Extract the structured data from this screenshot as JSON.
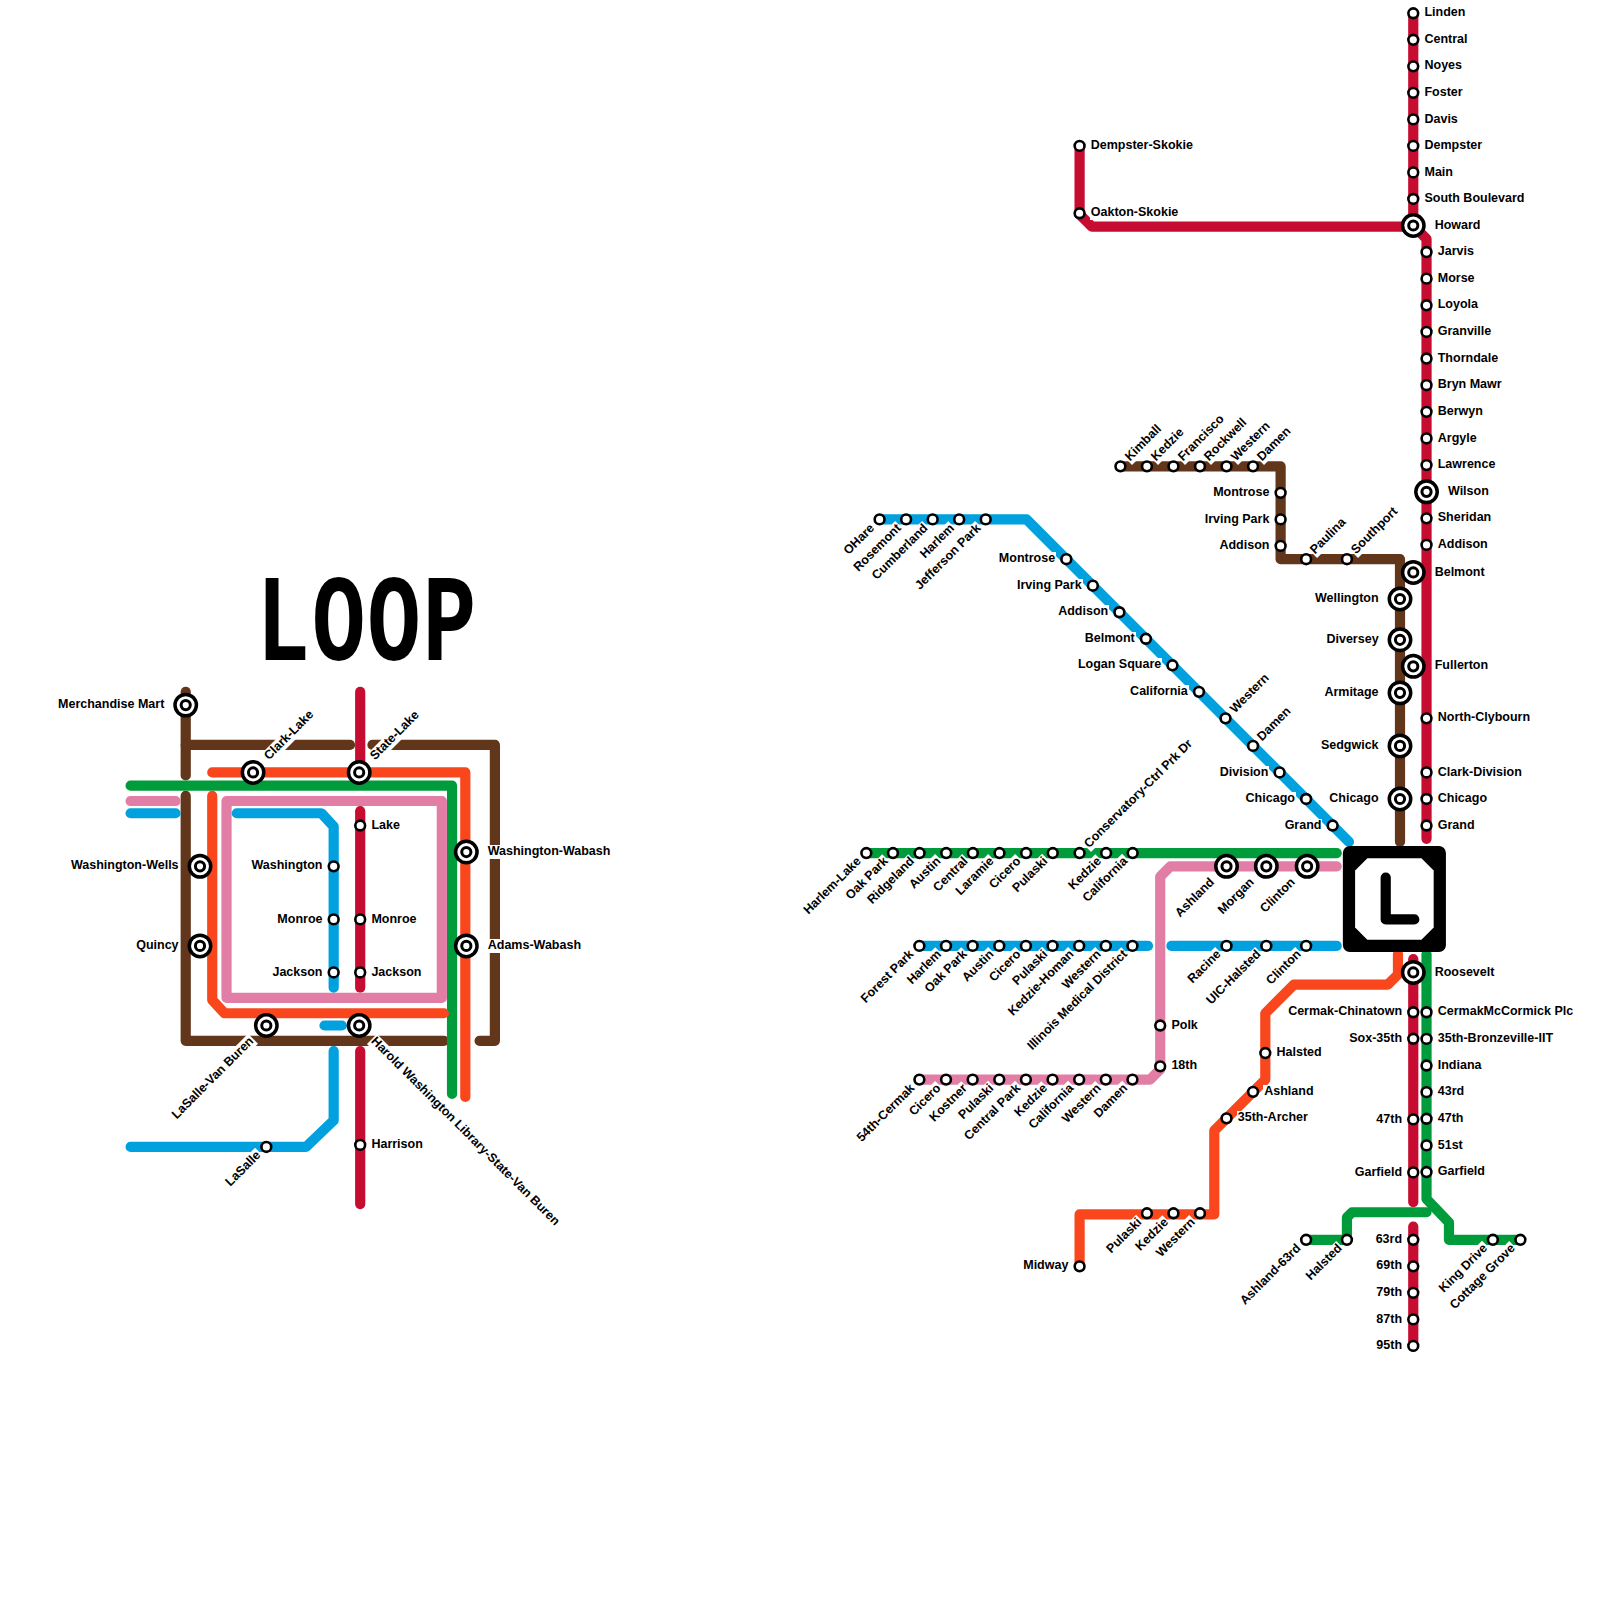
{
  "diagram": {
    "title": "LOOP",
    "labels": [
      "Merchandise Mart",
      "Clark-Lake",
      "State-Lake",
      "Lake",
      "Washington-Wabash",
      "Washington-Wells",
      "Washington",
      "Monroe",
      "Monroe",
      "Quincy",
      "Adams-Wabash",
      "Jackson",
      "Jackson",
      "LaSalle-Van Buren",
      "Harold Washington Library-State-Van Buren",
      "LaSalle",
      "Harrison",
      "Linden",
      "Central",
      "Noyes",
      "Foster",
      "Davis",
      "Dempster",
      "Main",
      "South Boulevard",
      "Howard",
      "Jarvis",
      "Morse",
      "Loyola",
      "Granville",
      "Thorndale",
      "Bryn Mawr",
      "Berwyn",
      "Argyle",
      "Lawrence",
      "Wilson",
      "Sheridan",
      "Addison",
      "Belmont",
      "Fullerton",
      "North-Clybourn",
      "Clark-Division",
      "Chicago",
      "Grand",
      "Dempster-Skokie",
      "Oakton-Skokie",
      "Kimball",
      "Kedzie",
      "Francisco",
      "Rockwell",
      "Western",
      "Damen",
      "Montrose",
      "Irving Park",
      "Addison",
      "Paulina",
      "Southport",
      "Wellington",
      "Diversey",
      "Armitage",
      "Sedgwick",
      "Chicago",
      "OHare",
      "Rosemont",
      "Cumberland",
      "Harlem",
      "Jefferson Park",
      "Montrose",
      "Irving Park",
      "Addison",
      "Belmont",
      "Logan Square",
      "California",
      "Western",
      "Damen",
      "Division",
      "Chicago",
      "Grand",
      "Harlem-Lake",
      "Oak Park",
      "Ridgeland",
      "Austin",
      "Central",
      "Laramie",
      "Cicero",
      "Pulaski",
      "Conservatory-Ctrl Prk Dr",
      "Kedzie",
      "California",
      "Ashland",
      "Morgan",
      "Clinton",
      "Polk",
      "18th",
      "54th-Cermak",
      "Cicero",
      "Kostner",
      "Pulaski",
      "Central Park",
      "Kedzie",
      "California",
      "Western",
      "Damen",
      "Forest Park",
      "Harlem",
      "Oak Park",
      "Austin",
      "Cicero",
      "Pulaski",
      "Kedzie-Homan",
      "Western",
      "Illinois Medical District",
      "Racine",
      "UIC-Halsted",
      "Clinton",
      "Halsted",
      "Ashland",
      "35th-Archer",
      "Pulaski",
      "Kedzie",
      "Western",
      "Midway",
      "Roosevelt",
      "Cermak-Chinatown",
      "Sox-35th",
      "47th",
      "Garfield",
      "63rd",
      "69th",
      "79th",
      "87th",
      "95th",
      "CermakMcCormick Plc",
      "35th-Bronzeville-IIT",
      "Indiana",
      "43rd",
      "47th",
      "51st",
      "Garfield",
      "Ashland-63rd",
      "Halsted",
      "King Drive",
      "Cottage Grove"
    ]
  }
}
